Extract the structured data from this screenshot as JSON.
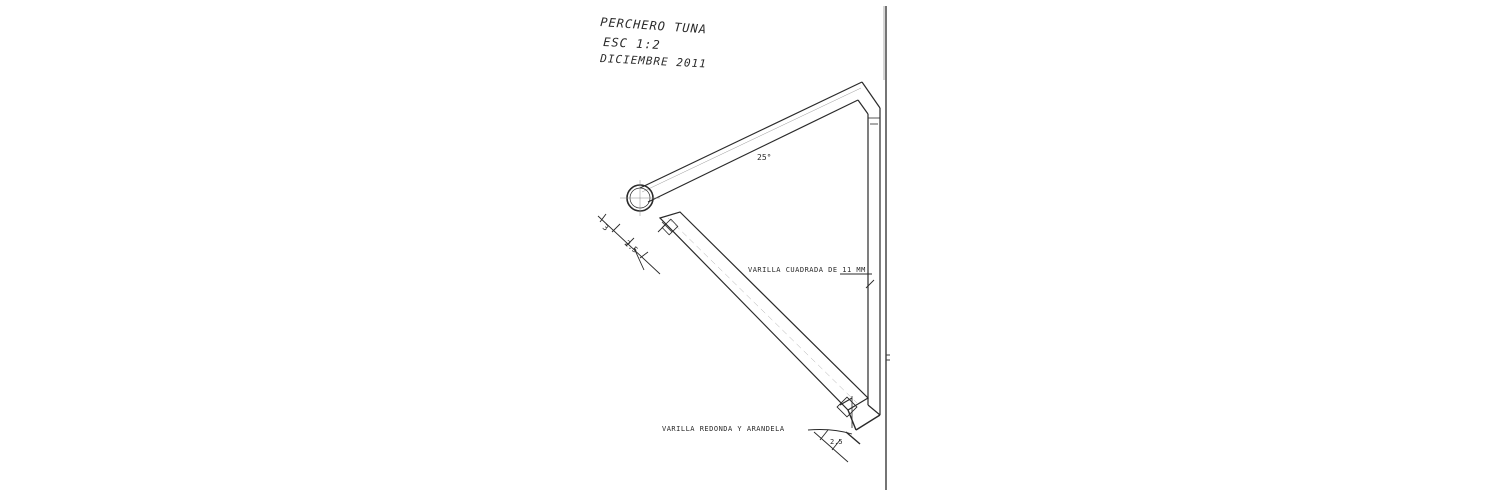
{
  "header": {
    "line1": "PERCHERO TUNA",
    "line2": "ESC 1:2",
    "line3": "DICIEMBRE 2011"
  },
  "labels": {
    "angle_note": "25°",
    "bar_note": "VARILLA CUADRADA DE 11 MM",
    "rod_note": "VARILLA REDONDA Y ARANDELA",
    "dim_top": "3",
    "dim_mid": "2.5",
    "dim_bottom": "2.5"
  },
  "colors": {
    "ink": "#2a2a2a",
    "paper": "#ffffff"
  }
}
